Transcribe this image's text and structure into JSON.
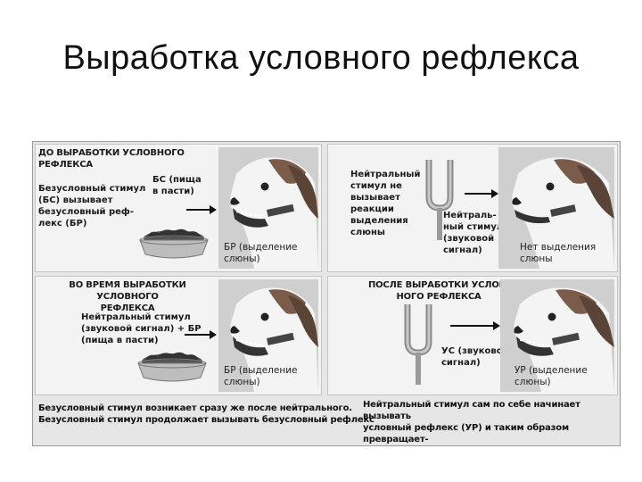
{
  "slide_title": "Выработка условного рефлекса",
  "figure": {
    "q1": {
      "heading": "ДО ВЫРАБОТКИ УСЛОВНОГО\nРЕФЛЕКСА",
      "text": "Безусловный стимул\n(БС) вызывает\nбезусловный реф-\nлекс (БР)",
      "stimulus": "БС (пища\nв пасти)",
      "dog_caption": "БР (выделение\nслюны)"
    },
    "q2": {
      "text": "Нейтральный\nстимул не\nвызывает\nреакции\nвыделения\nслюны",
      "stimulus": "Нейтраль-\nный стимул\n(звуковой\nсигнал)",
      "dog_caption": "Нет выделения\nслюны"
    },
    "q3": {
      "heading": "ВО ВРЕМЯ ВЫРАБОТКИ УСЛОВНОГО\nРЕФЛЕКСА",
      "text": "Нейтральный стимул\n(звуковой сигнал) + БР\n(пища в пасти)",
      "dog_caption": "БР (выделение\nслюны)"
    },
    "q4": {
      "heading": "ПОСЛЕ ВЫРАБОТКИ УСЛОВ-\nНОГО РЕФЛЕКСА",
      "stimulus": "УС (звуковой\nсигнал)",
      "dog_caption": "УР (выделение\nслюны)"
    },
    "footer_left": "Безусловный стимул возникает сразу же после нейтрального.\nБезусловный стимул продолжает вызывать безусловный рефлекс",
    "footer_right": "Нейтральный стимул сам по себе начинает вызывать\nусловный рефлекс (УР) и таким образом превращает-\nся в условный стимул (УС)"
  }
}
